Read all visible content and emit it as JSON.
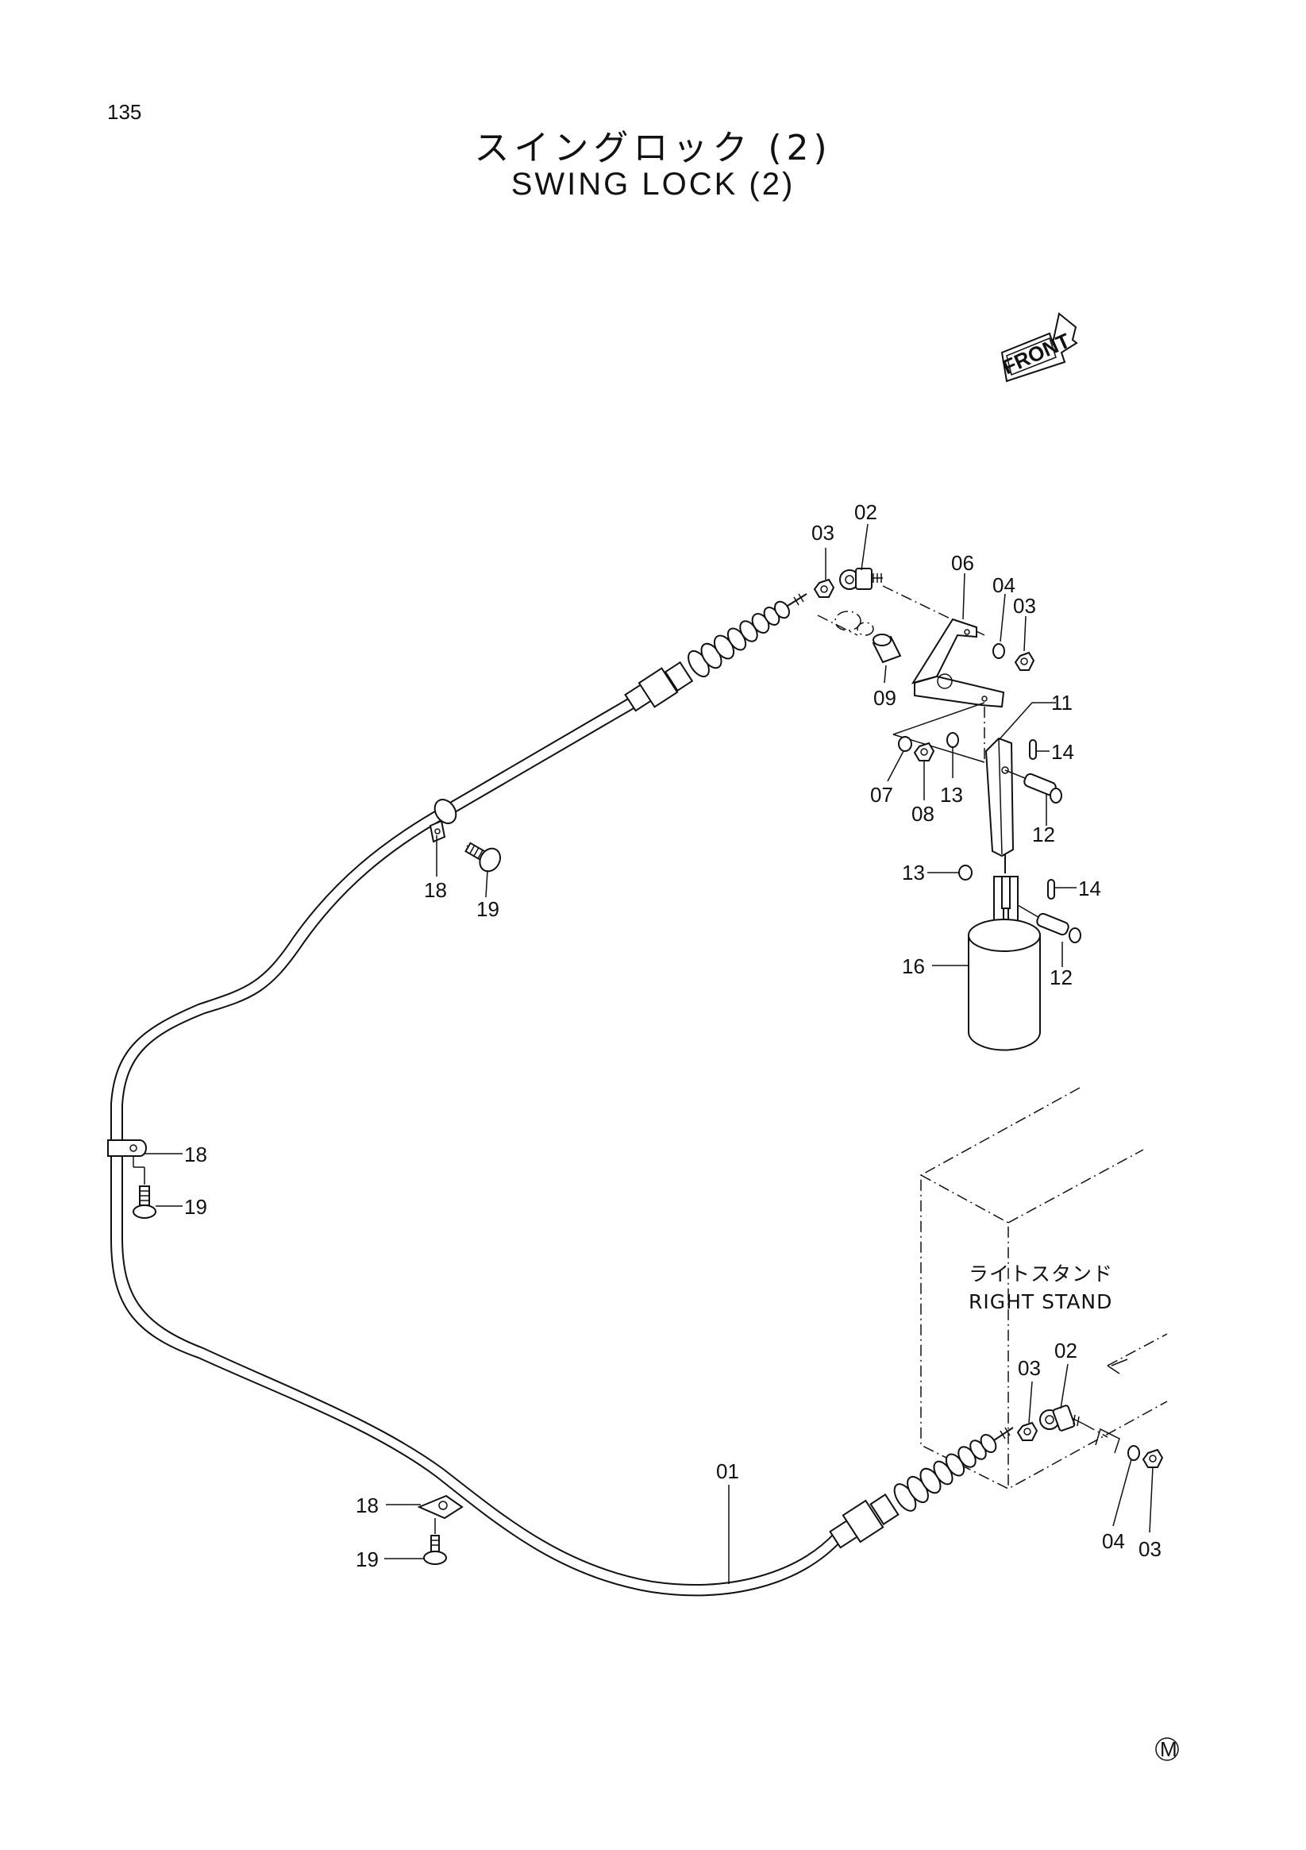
{
  "page": {
    "number": "135",
    "title_jp": "スイングロック (2)",
    "title_en": "SWING LOCK (2)"
  },
  "direction_marker": {
    "label": "FRONT",
    "icon": "front-arrow-icon"
  },
  "stand": {
    "label_jp": "ライトスタンド",
    "label_en": "RIGHT STAND"
  },
  "callouts": {
    "c01": "01",
    "c02a": "02",
    "c03a": "03",
    "c06": "06",
    "c04a": "04",
    "c03b": "03",
    "c09": "09",
    "c11": "11",
    "c07": "07",
    "c08": "08",
    "c13a": "13",
    "c14a": "14",
    "c12a": "12",
    "c13b": "13",
    "c14b": "14",
    "c16": "16",
    "c12b": "12",
    "c18a": "18",
    "c19a": "19",
    "c18b": "18",
    "c19b": "19",
    "c18c": "18",
    "c19c": "19",
    "c03c": "03",
    "c02b": "02",
    "c04b": "04",
    "c03d": "03"
  },
  "footer": {
    "mark": "M"
  }
}
